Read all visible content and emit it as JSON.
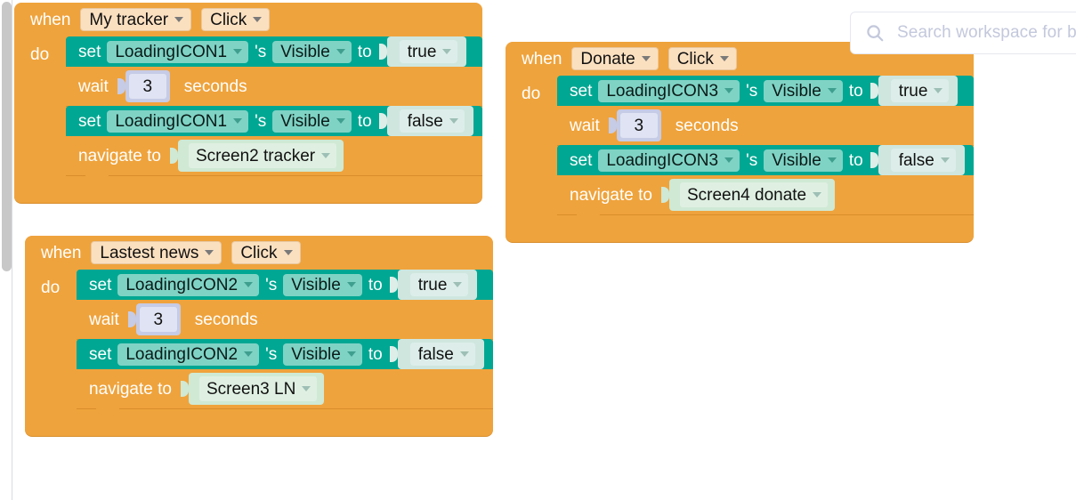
{
  "workspace": {
    "background_color": "#ffffff",
    "block_colors": {
      "event_orange": "#efa33c",
      "setter_green": "#00a792",
      "logic_value": "#cfe6df",
      "math_value": "#c6cbe6",
      "screen_value": "#cfe9d5",
      "dropdown_peach": "#fbe0c0"
    },
    "scrollbar": {
      "name": "vertical-scrollbar"
    }
  },
  "search": {
    "icon": "search-icon",
    "placeholder": "Search workspace for b",
    "value": ""
  },
  "keywords": {
    "when": "when",
    "do": "do",
    "set": "set",
    "possessive": "'s",
    "to": "to",
    "wait": "wait",
    "seconds": "seconds",
    "navigate_to": "navigate to"
  },
  "blocks": [
    {
      "id": "block-my-tracker",
      "type": "event-handler",
      "component": "My tracker",
      "event": "Click",
      "statements": [
        {
          "kind": "set-property",
          "component": "LoadingICON1",
          "property": "Visible",
          "value": "true"
        },
        {
          "kind": "wait",
          "seconds": "3"
        },
        {
          "kind": "set-property",
          "component": "LoadingICON1",
          "property": "Visible",
          "value": "false"
        },
        {
          "kind": "navigate",
          "screen": "Screen2 tracker"
        }
      ]
    },
    {
      "id": "block-donate",
      "type": "event-handler",
      "component": "Donate",
      "event": "Click",
      "statements": [
        {
          "kind": "set-property",
          "component": "LoadingICON3",
          "property": "Visible",
          "value": "true"
        },
        {
          "kind": "wait",
          "seconds": "3"
        },
        {
          "kind": "set-property",
          "component": "LoadingICON3",
          "property": "Visible",
          "value": "false"
        },
        {
          "kind": "navigate",
          "screen": "Screen4 donate"
        }
      ]
    },
    {
      "id": "block-lastest-news",
      "type": "event-handler",
      "component": "Lastest news",
      "event": "Click",
      "statements": [
        {
          "kind": "set-property",
          "component": "LoadingICON2",
          "property": "Visible",
          "value": "true"
        },
        {
          "kind": "wait",
          "seconds": "3"
        },
        {
          "kind": "set-property",
          "component": "LoadingICON2",
          "property": "Visible",
          "value": "false"
        },
        {
          "kind": "navigate",
          "screen": "Screen3 LN"
        }
      ]
    }
  ]
}
